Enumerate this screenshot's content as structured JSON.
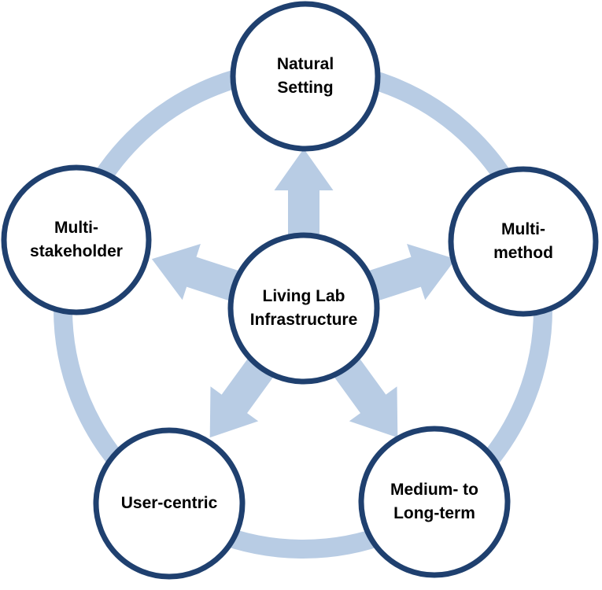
{
  "diagram": {
    "title": "Living Lab Infrastructure diagram",
    "colors": {
      "circle_stroke": "#1F406F",
      "circle_fill": "#FFFFFF",
      "ring": "#B8CCE4",
      "arrow_fill": "#B8CCE4",
      "text": "#000000"
    },
    "center": {
      "id": "living-lab-infrastructure",
      "lines": [
        "Living Lab",
        "Infrastructure"
      ]
    },
    "nodes": {
      "natural_setting": {
        "id": "natural-setting",
        "position": "top",
        "lines": [
          "Natural",
          "Setting"
        ]
      },
      "multi_method": {
        "id": "multi-method",
        "position": "right",
        "lines": [
          "Multi-",
          "method"
        ]
      },
      "medium_long_term": {
        "id": "medium-long-term",
        "position": "bottom-right",
        "lines": [
          "Medium- to",
          "Long-term"
        ]
      },
      "user_centric": {
        "id": "user-centric",
        "position": "bottom-left",
        "lines": [
          "User-centric"
        ]
      },
      "multi_stakeholder": {
        "id": "multi-stakeholder",
        "position": "left",
        "lines": [
          "Multi-",
          "stakeholder"
        ]
      }
    }
  }
}
